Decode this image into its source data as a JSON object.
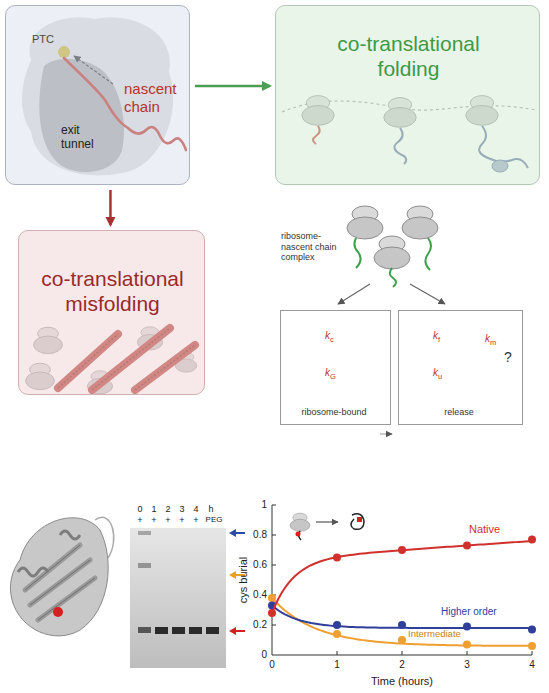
{
  "diagram": {
    "nodes": [
      {
        "text": [
          "PTC",
          "exit tunnel",
          "nascent chain"
        ]
      },
      {
        "text": [
          "co-translational folding"
        ]
      },
      {
        "text": [
          "co-translational misfolding"
        ]
      },
      {
        "text": [
          "ribosome-bound",
          "kc",
          "kG"
        ]
      },
      {
        "text": [
          "release",
          "kf",
          "ku",
          "km",
          "?"
        ]
      }
    ],
    "edges": [
      {
        "from": 0,
        "to": 1,
        "arrow": "to"
      },
      {
        "from": 0,
        "to": 2,
        "arrow": "to"
      }
    ],
    "labels": [
      "ribosome-nascent chain complex",
      "0",
      "1",
      "2",
      "3",
      "4",
      "h",
      "+",
      "+",
      "+",
      "+",
      "+",
      "PEG",
      "0",
      "0.2",
      "0.4",
      "0.6",
      "0.8",
      "1",
      "0",
      "1",
      "2",
      "3",
      "4",
      "cys burial",
      "Time (hours)",
      "Native",
      "Higher order",
      "Intermediate"
    ]
  }
}
